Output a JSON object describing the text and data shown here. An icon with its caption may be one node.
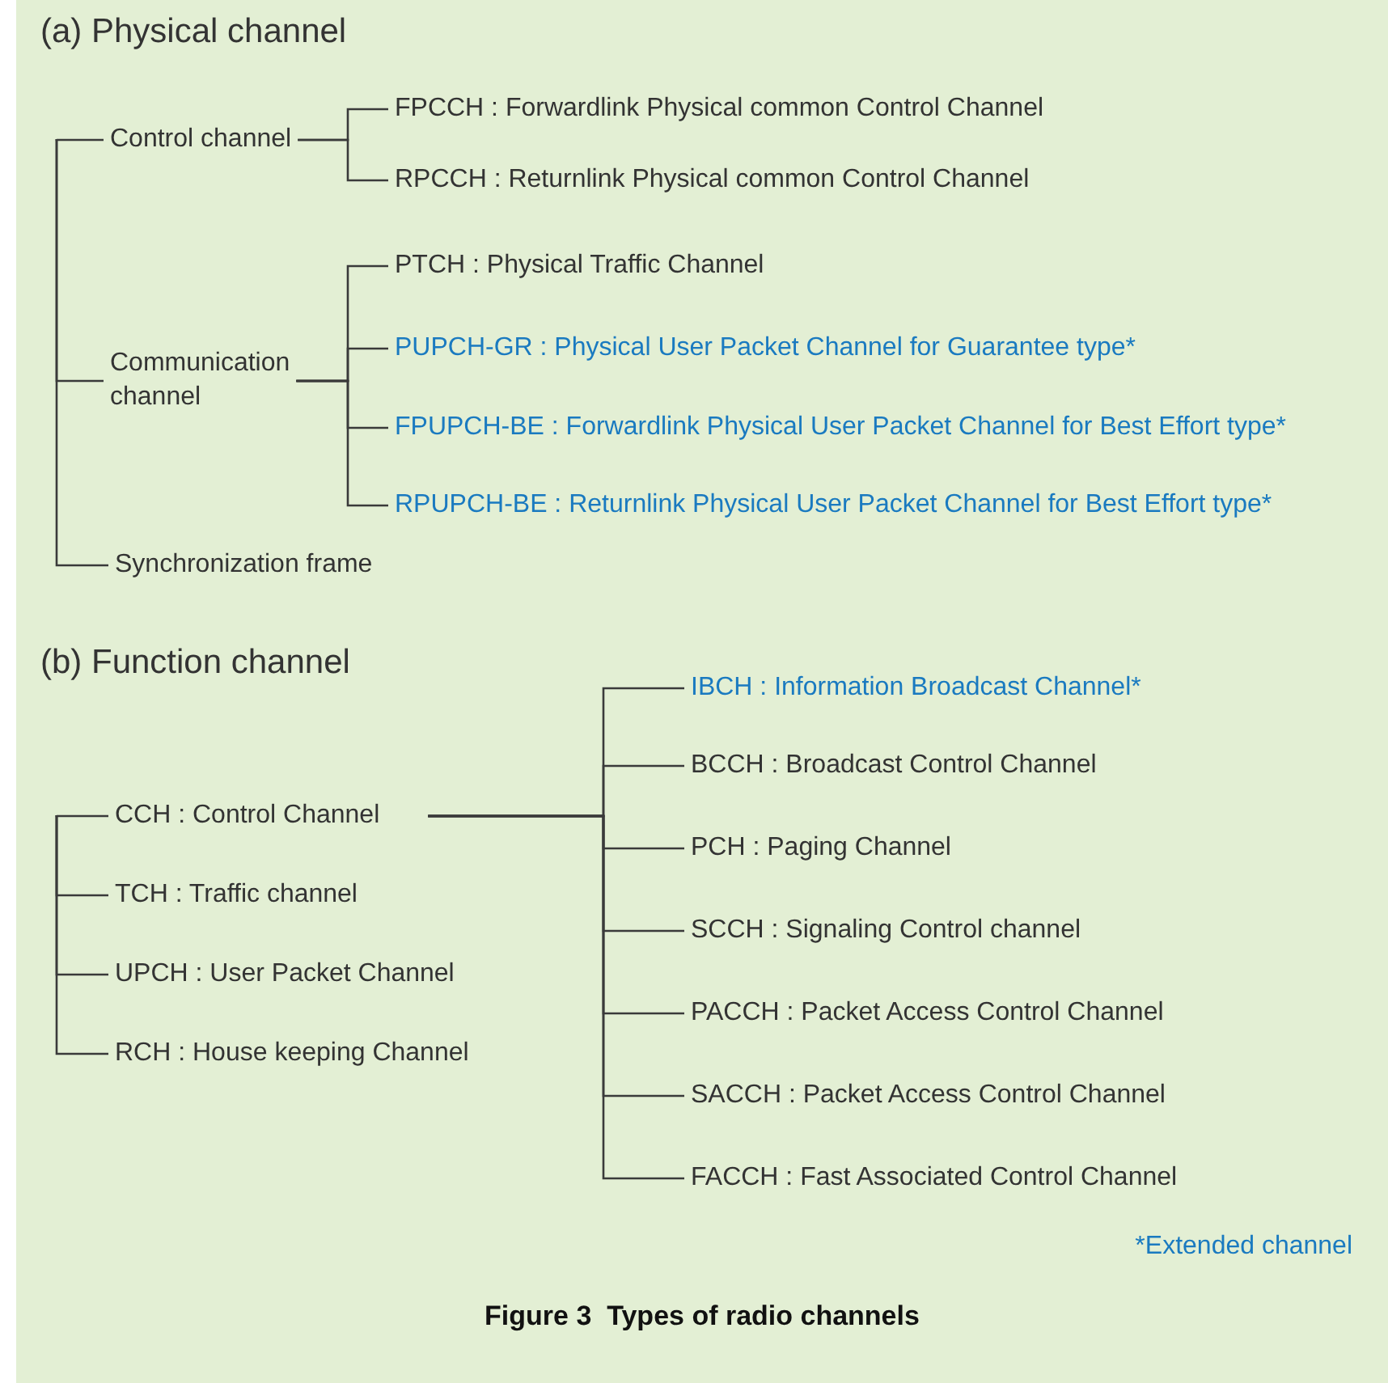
{
  "diagram": {
    "caption": "Figure 3  Types of radio channels",
    "nodes": [
      {
        "text": [
          "Control channel"
        ]
      },
      {
        "text": [
          "FPCCH : Forwardlink Physical common Control Channel"
        ]
      },
      {
        "text": [
          "RPCCH : Returnlink Physical common Control Channel"
        ]
      },
      {
        "text": [
          "Communication channel"
        ]
      },
      {
        "text": [
          "PTCH : Physical Traffic Channel"
        ]
      },
      {
        "text": [
          "PUPCH-GR : Physical User Packet Channel for Guarantee type*"
        ]
      },
      {
        "text": [
          "FPUPCH-BE : Forwardlink Physical User Packet Channel for Best Effort type*"
        ]
      },
      {
        "text": [
          "RPUPCH-BE : Returnlink Physical User Packet Channel for Best Effort type*"
        ]
      },
      {
        "text": [
          "Synchronization frame"
        ]
      },
      {
        "text": [
          "CCH : Control Channel"
        ]
      },
      {
        "text": [
          "TCH : Traffic channel"
        ]
      },
      {
        "text": [
          "UPCH : User Packet Channel"
        ]
      },
      {
        "text": [
          "RCH : House keeping Channel"
        ]
      },
      {
        "text": [
          "IBCH : Information Broadcast Channel*"
        ]
      },
      {
        "text": [
          "BCCH : Broadcast Control Channel"
        ]
      },
      {
        "text": [
          "PCH : Paging Channel"
        ]
      },
      {
        "text": [
          "SCCH : Signaling Control channel"
        ]
      },
      {
        "text": [
          "PACCH : Packet Access Control Channel"
        ]
      },
      {
        "text": [
          "SACCH : Packet Access Control Channel"
        ]
      },
      {
        "text": [
          "FACCH : Fast Associated Control Channel"
        ]
      }
    ],
    "edges": [
      {
        "from": null,
        "to": 0,
        "arrow": "none"
      },
      {
        "from": 0,
        "to": 1,
        "arrow": "none"
      },
      {
        "from": 0,
        "to": 2,
        "arrow": "none"
      },
      {
        "from": null,
        "to": 3,
        "arrow": "none"
      },
      {
        "from": 3,
        "to": 4,
        "arrow": "none"
      },
      {
        "from": 3,
        "to": 5,
        "arrow": "none"
      },
      {
        "from": 3,
        "to": 6,
        "arrow": "none"
      },
      {
        "from": 3,
        "to": 7,
        "arrow": "none"
      },
      {
        "from": null,
        "to": 8,
        "arrow": "none"
      },
      {
        "from": null,
        "to": 9,
        "arrow": "none"
      },
      {
        "from": null,
        "to": 10,
        "arrow": "none"
      },
      {
        "from": null,
        "to": 11,
        "arrow": "none"
      },
      {
        "from": null,
        "to": 12,
        "arrow": "none"
      },
      {
        "from": 9,
        "to": 13,
        "arrow": "none"
      },
      {
        "from": 9,
        "to": 14,
        "arrow": "none"
      },
      {
        "from": 9,
        "to": 15,
        "arrow": "none"
      },
      {
        "from": 9,
        "to": 16,
        "arrow": "none"
      },
      {
        "from": 9,
        "to": 17,
        "arrow": "none"
      },
      {
        "from": 9,
        "to": 18,
        "arrow": "none"
      },
      {
        "from": 9,
        "to": 19,
        "arrow": "none"
      }
    ],
    "labels": [
      "(a) Physical channel",
      "(b) Function channel",
      "*Extended channel"
    ]
  }
}
